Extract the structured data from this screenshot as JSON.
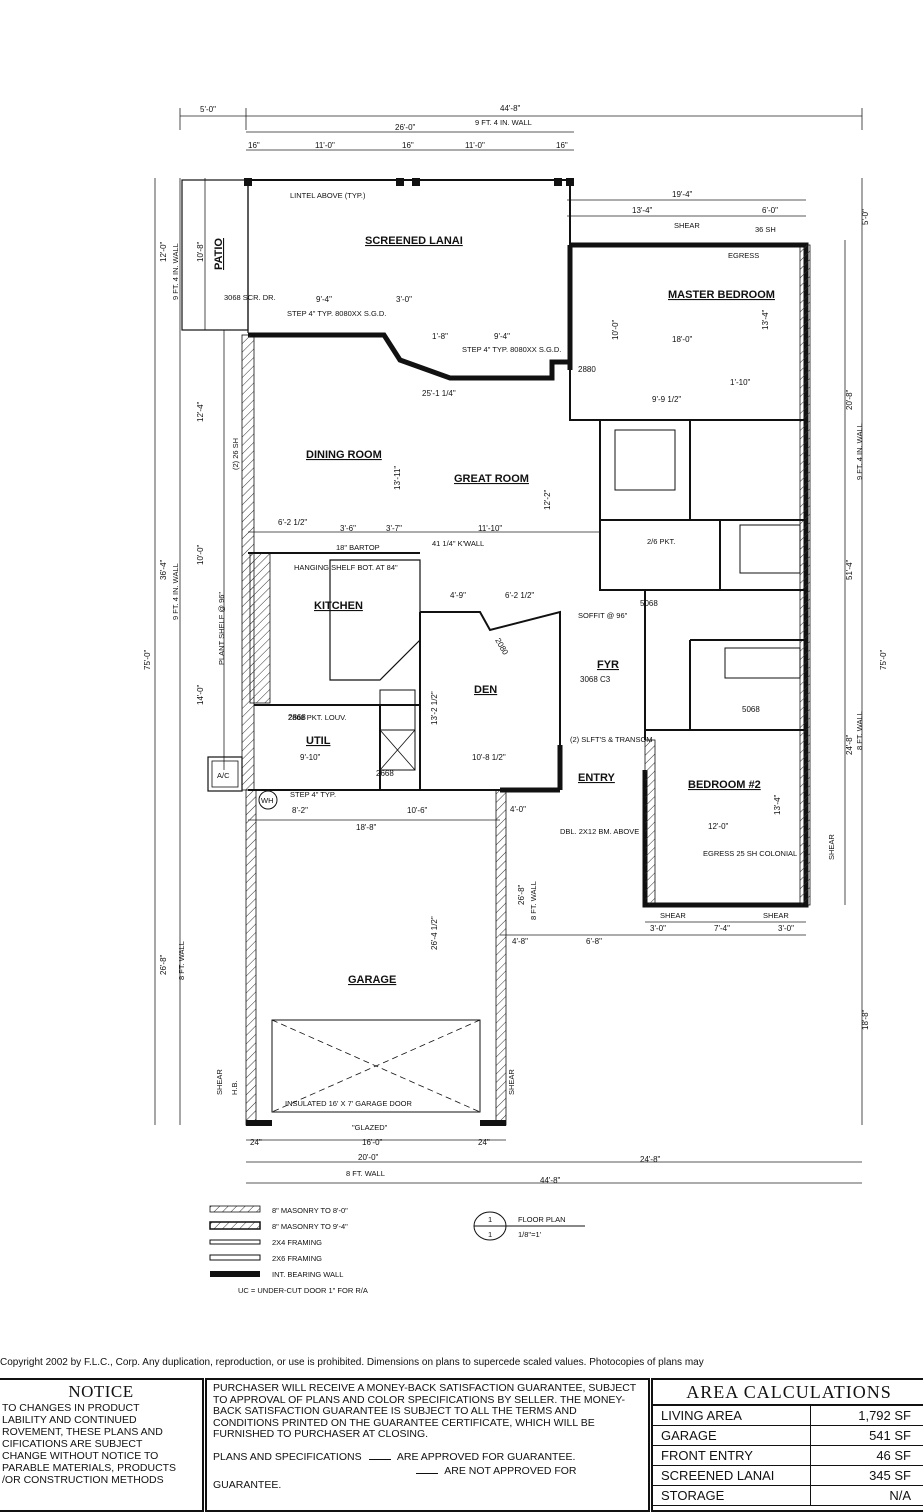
{
  "plan": {
    "overall_width": "44'-8\"",
    "overall_depth": "75'-0\"",
    "wall_note_top": "9 FT. 4 IN. WALL",
    "top_dims": [
      "5'-0\"",
      "26'-0\"",
      "16\"",
      "11'-0\"",
      "16\"",
      "11'-0\"",
      "16\""
    ],
    "right_dims": [
      "19'-4\"",
      "13'-4\"",
      "6'-0\"",
      "SHEAR",
      "36 SH",
      "5'-0\""
    ],
    "left_dims": [
      "12'-0\"",
      "9 FT. 4 IN. WALL",
      "10'-8\"",
      "12'-4\"",
      "(2) 26 SH",
      "10'-0\"",
      "36'-4\"",
      "9 FT. 4 IN. WALL",
      "75'-0\"",
      "14'-0\"",
      "26'-8\"",
      "8 FT. WALL",
      "SHEAR",
      "H.B."
    ],
    "right_side_dims": [
      "5'-0\"",
      "20'-8\"",
      "9 FT. 4 IN. WALL",
      "51'-4\"",
      "75'-0\"",
      "24'-8\"",
      "8 FT. WALL",
      "SHEAR",
      "18'-8\""
    ],
    "rooms": {
      "screened_lanai": "SCREENED LANAI",
      "patio": "PATIO",
      "master_bedroom": "MASTER BEDROOM",
      "dining_room": "DINING ROOM",
      "great_room": "GREAT ROOM",
      "kitchen": "KITCHEN",
      "den": "DEN",
      "util": "UTIL",
      "foyer": "FYR",
      "entry": "ENTRY",
      "bedroom2": "BEDROOM #2",
      "garage": "GARAGE"
    },
    "notes": {
      "lintel": "LINTEL ABOVE (TYP.)",
      "step1": "STEP 4\" TYP. 8080XX S.G.D.",
      "step2": "STEP 4\" TYP. 8080XX S.G.D.",
      "scr_dr": "3068 SCR. DR.",
      "egress_master": "EGRESS",
      "bartop": "18\" BARTOP",
      "hanging_shelf": "HANGING SHELF BOT. AT 84\"",
      "kwall": "41 1/4\" K'WALL",
      "plant_shelf": "PLANT SHELF @ 96\"",
      "util_door": "2868 PKT. LOUV.",
      "wh": "WH",
      "ac": "A/C",
      "step_garage": "STEP 4\" TYP.",
      "dbl_beam": "DBL. 2X12 BM. ABOVE",
      "sidelights": "(2) SLFT'S & TRANSOM",
      "egress_bed2": "EGRESS 25 SH COLONIAL",
      "garage_door": "INSULATED 16' X 7' GARAGE DOOR",
      "glazed": "\"GLAZED\"",
      "wall_8ft": "8 FT. WALL",
      "pkt_2_6": "2/6 PKT.",
      "soffit": "SOFFIT @ 96\"",
      "shear": "SHEAR"
    },
    "interior_dims": [
      "9'-4\"",
      "3'-0\"",
      "1'-8\"",
      "9'-4\"",
      "25'-1 1/4\"",
      "13'-11\"",
      "12'-2\"",
      "6'-2 1/2\"",
      "3'-6\"",
      "3'-7\"",
      "11'-10\"",
      "18'-0\"",
      "10'-0\"",
      "13'-4\"",
      "9'-9 1/2\"",
      "1'-10\"",
      "4'-9\"",
      "6'-2 1/2\"",
      "13'-2 1/2\"",
      "10'-8 1/2\"",
      "8'-2\"",
      "10'-6\"",
      "18'-8\"",
      "4'-0\"",
      "12'-0\"",
      "13'-4\"",
      "26'-4 1/2\"",
      "26'-8\"",
      "4'-8\"",
      "6'-8\"",
      "7'-4\"",
      "3'-0\"",
      "3'-0\"",
      "9'-10\"",
      "2868",
      "2668",
      "5068",
      "5068",
      "2880",
      "2080",
      "3068 C3"
    ],
    "bottom_dims": [
      "24\"",
      "16'-0\"",
      "24\"",
      "20'-0\"",
      "8 FT. WALL",
      "24'-8\"",
      "44'-8\""
    ]
  },
  "legend": {
    "items": [
      "8\" MASONRY TO 8'-0\"",
      "8\" MASONRY TO 9'-4\"",
      "2X4 FRAMING",
      "2X6 FRAMING",
      "INT. BEARING WALL"
    ],
    "uc_note": "UC = UNDER-CUT DOOR 1\" FOR R/A",
    "plan_title": "FLOOR PLAN",
    "plan_number": "1",
    "scale": "1/8\"=1'"
  },
  "footer": {
    "copyright": "Copyright 2002 by F.L.C., Corp. Any duplication, reproduction, or use is prohibited.   Dimensions on plans to supercede scaled values.   Photocopies of plans may",
    "notice_title": "NOTICE",
    "notice_body": "TO CHANGES IN PRODUCT\nLABILITY AND CONTINUED\nROVEMENT, THESE PLANS AND\nCIFICATIONS ARE SUBJECT\nCHANGE WITHOUT NOTICE TO\nPARABLE MATERIALS, PRODUCTS\n/OR CONSTRUCTION METHODS",
    "guarantee_text": "PURCHASER WILL RECEIVE A MONEY-BACK SATISFACTION GUARANTEE, SUBJECT TO APPROVAL OF PLANS AND COLOR SPECIFICATIONS BY SELLER. THE MONEY-BACK SATISFACTION GUARANTEE IS SUBJECT TO ALL THE TERMS AND CONDITIONS PRINTED ON THE GUARANTEE CERTIFICATE, WHICH WILL BE FURNISHED TO PURCHASER AT CLOSING.",
    "plans_label": "PLANS AND SPECIFICATIONS",
    "approved": "ARE APPROVED FOR GUARANTEE.",
    "not_approved": "ARE NOT APPROVED FOR GUARANTEE.",
    "area_title": "AREA CALCULATIONS",
    "areas": [
      {
        "label": "LIVING AREA",
        "value": "1,792 SF"
      },
      {
        "label": "GARAGE",
        "value": "541 SF"
      },
      {
        "label": "FRONT ENTRY",
        "value": "46 SF"
      },
      {
        "label": "SCREENED LANAI",
        "value": "345 SF"
      },
      {
        "label": "STORAGE",
        "value": "N/A"
      }
    ]
  }
}
